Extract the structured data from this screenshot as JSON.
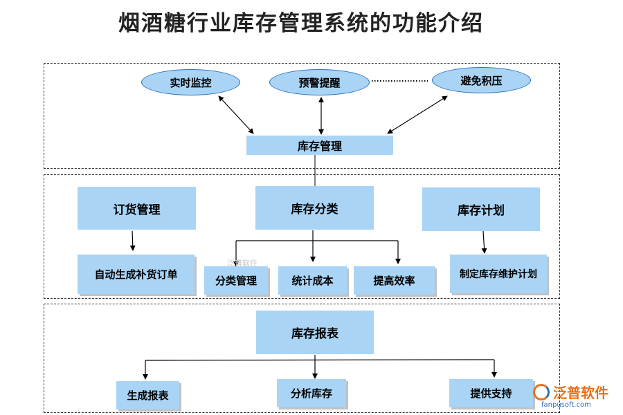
{
  "title": "烟酒糖行业库存管理系统的功能介绍",
  "top_section": {
    "ovals": [
      "实时监控",
      "预警提醒",
      "避免积压"
    ],
    "center_box": "库存管理"
  },
  "middle_section": {
    "left": {
      "label": "订货管理",
      "child": "自动生成补货订单"
    },
    "center": {
      "label": "库存分类",
      "children": [
        "分类管理",
        "统计成本",
        "提高效率"
      ]
    },
    "right": {
      "label": "库存计划",
      "child": "制定库存维护计划"
    }
  },
  "bottom_section": {
    "label": "库存报表",
    "children": [
      "生成报表",
      "分析库存",
      "提供支持"
    ]
  },
  "watermark": "泛普软件",
  "logo": {
    "text": "泛普软件",
    "url": "fanpusoft.com"
  },
  "colors": {
    "box_fill": "#a9d4f5",
    "oval_border": "#2a6fbd",
    "logo_orange": "#e8711a",
    "logo_blue": "#2d6fc2"
  }
}
